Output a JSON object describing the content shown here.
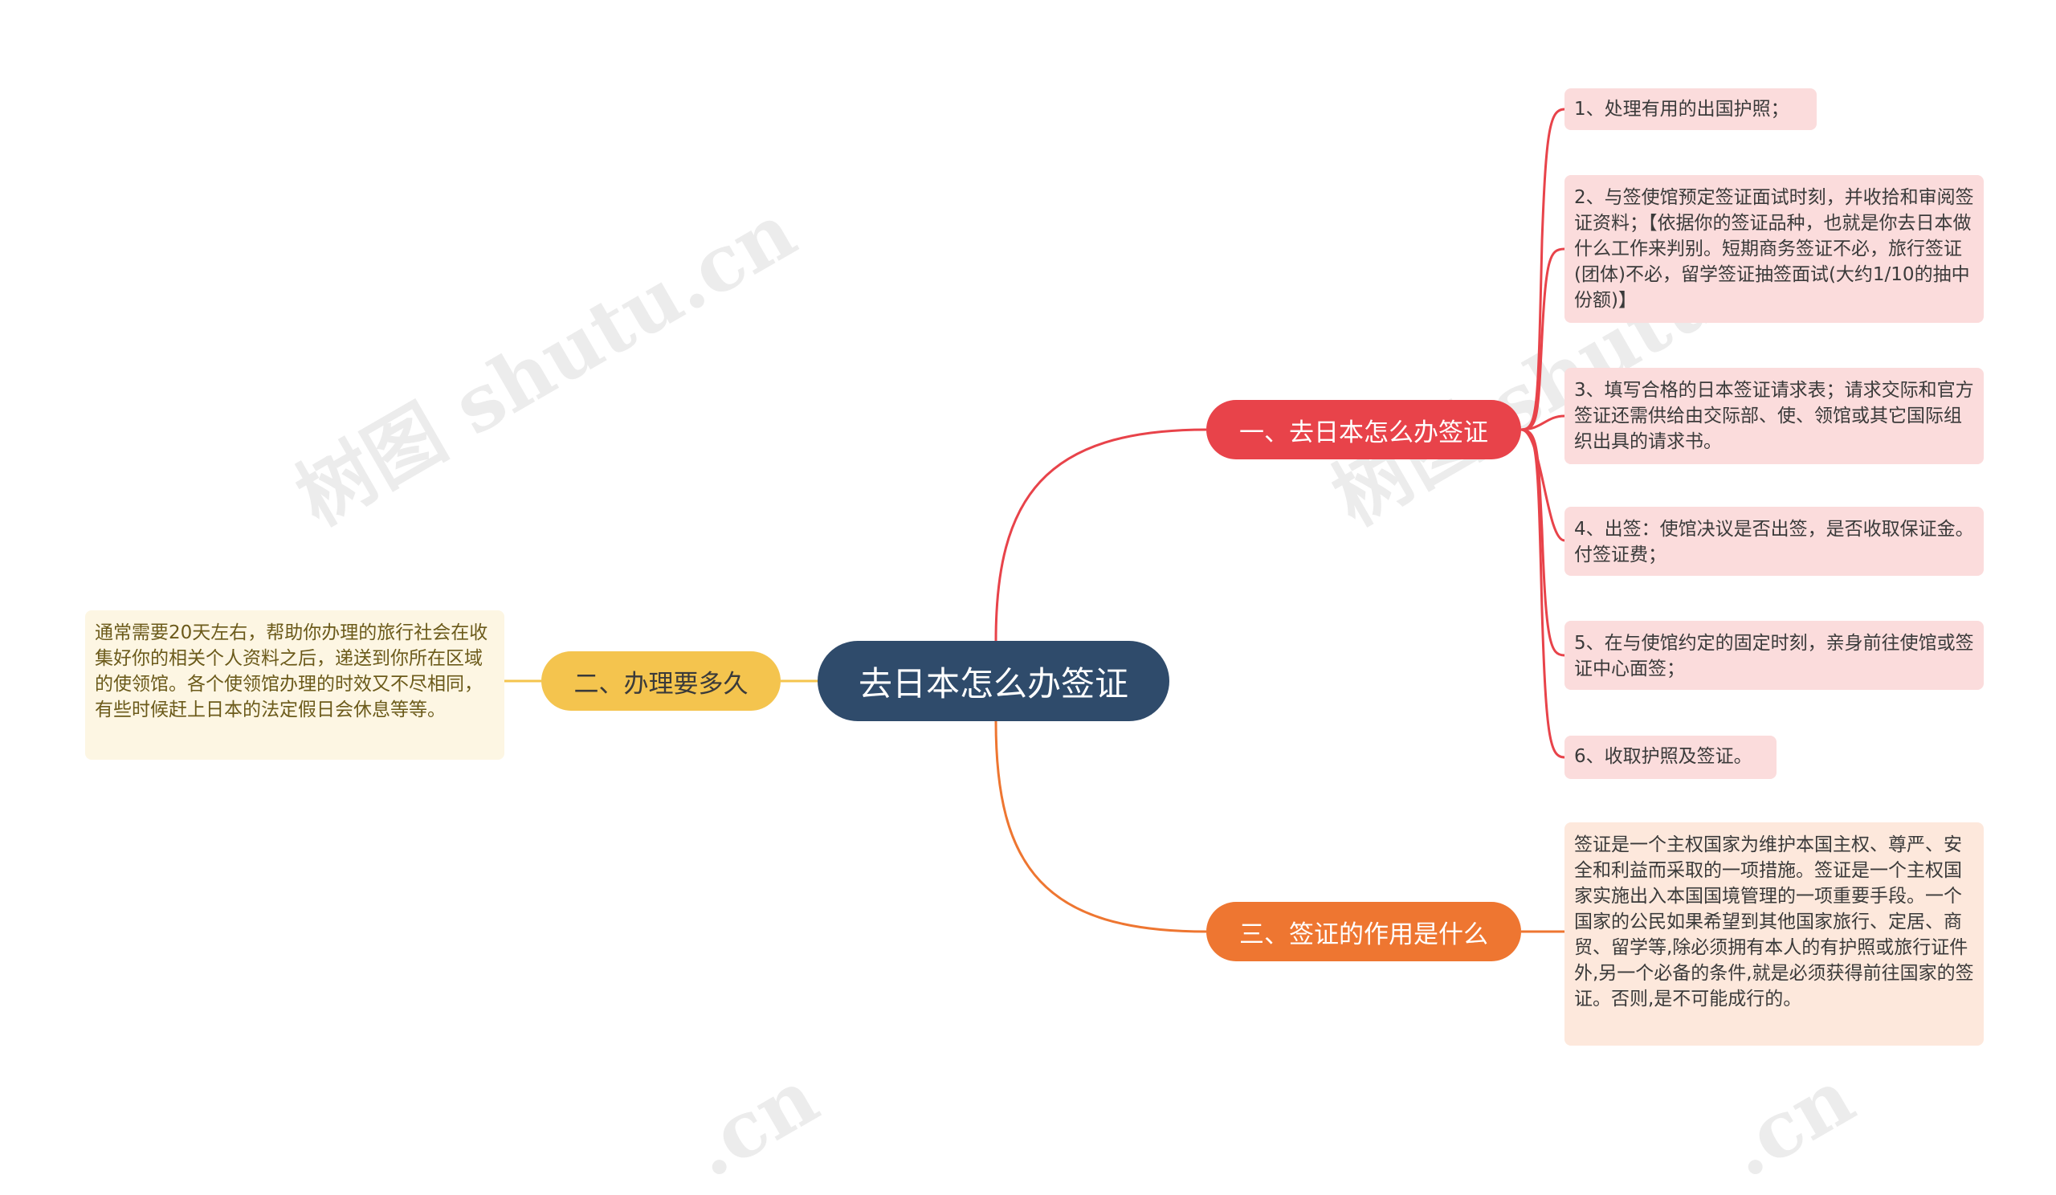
{
  "root": {
    "label": "去日本怎么办签证"
  },
  "branches": [
    {
      "label": "一、去日本怎么办签证",
      "color": "#e8434a",
      "leaves": [
        "1、处理有用的出国护照；",
        "2、与签使馆预定签证面试时刻，并收拾和审阅签证资料；【依据你的签证品种，也就是你去日本做什么工作来判别。短期商务签证不必，旅行签证(团体)不必，留学签证抽签面试(大约1/10的抽中份额)】",
        "3、填写合格的日本签证请求表；请求交际和官方签证还需供给由交际部、使、领馆或其它国际组织出具的请求书。",
        "4、出签：使馆决议是否出签，是否收取保证金。付签证费；",
        "5、在与使馆约定的固定时刻，亲身前往使馆或签证中心面签；",
        "6、收取护照及签证。"
      ]
    },
    {
      "label": "二、办理要多久",
      "color": "#f4c44e",
      "leaves": [
        "通常需要20天左右，帮助你办理的旅行社会在收集好你的相关个人资料之后，递送到你所在区域的使领馆。各个使领馆办理的时效又不尽相同，有些时候赶上日本的法定假日会休息等等。"
      ]
    },
    {
      "label": "三、签证的作用是什么",
      "color": "#ee7631",
      "leaves": [
        "签证是一个主权国家为维护本国主权、尊严、安全和利益而采取的一项措施。签证是一个主权国家实施出入本国国境管理的一项重要手段。一个国家的公民如果希望到其他国家旅行、定居、商贸、留学等,除必须拥有本人的有护照或旅行证件外,另一个必备的条件,就是必须获得前往国家的签证。否则,是不可能成行的。"
      ]
    }
  ],
  "watermarks": [
    "树图 shutu.cn",
    "树图 shutu.cn",
    ".cn",
    ".cn"
  ]
}
